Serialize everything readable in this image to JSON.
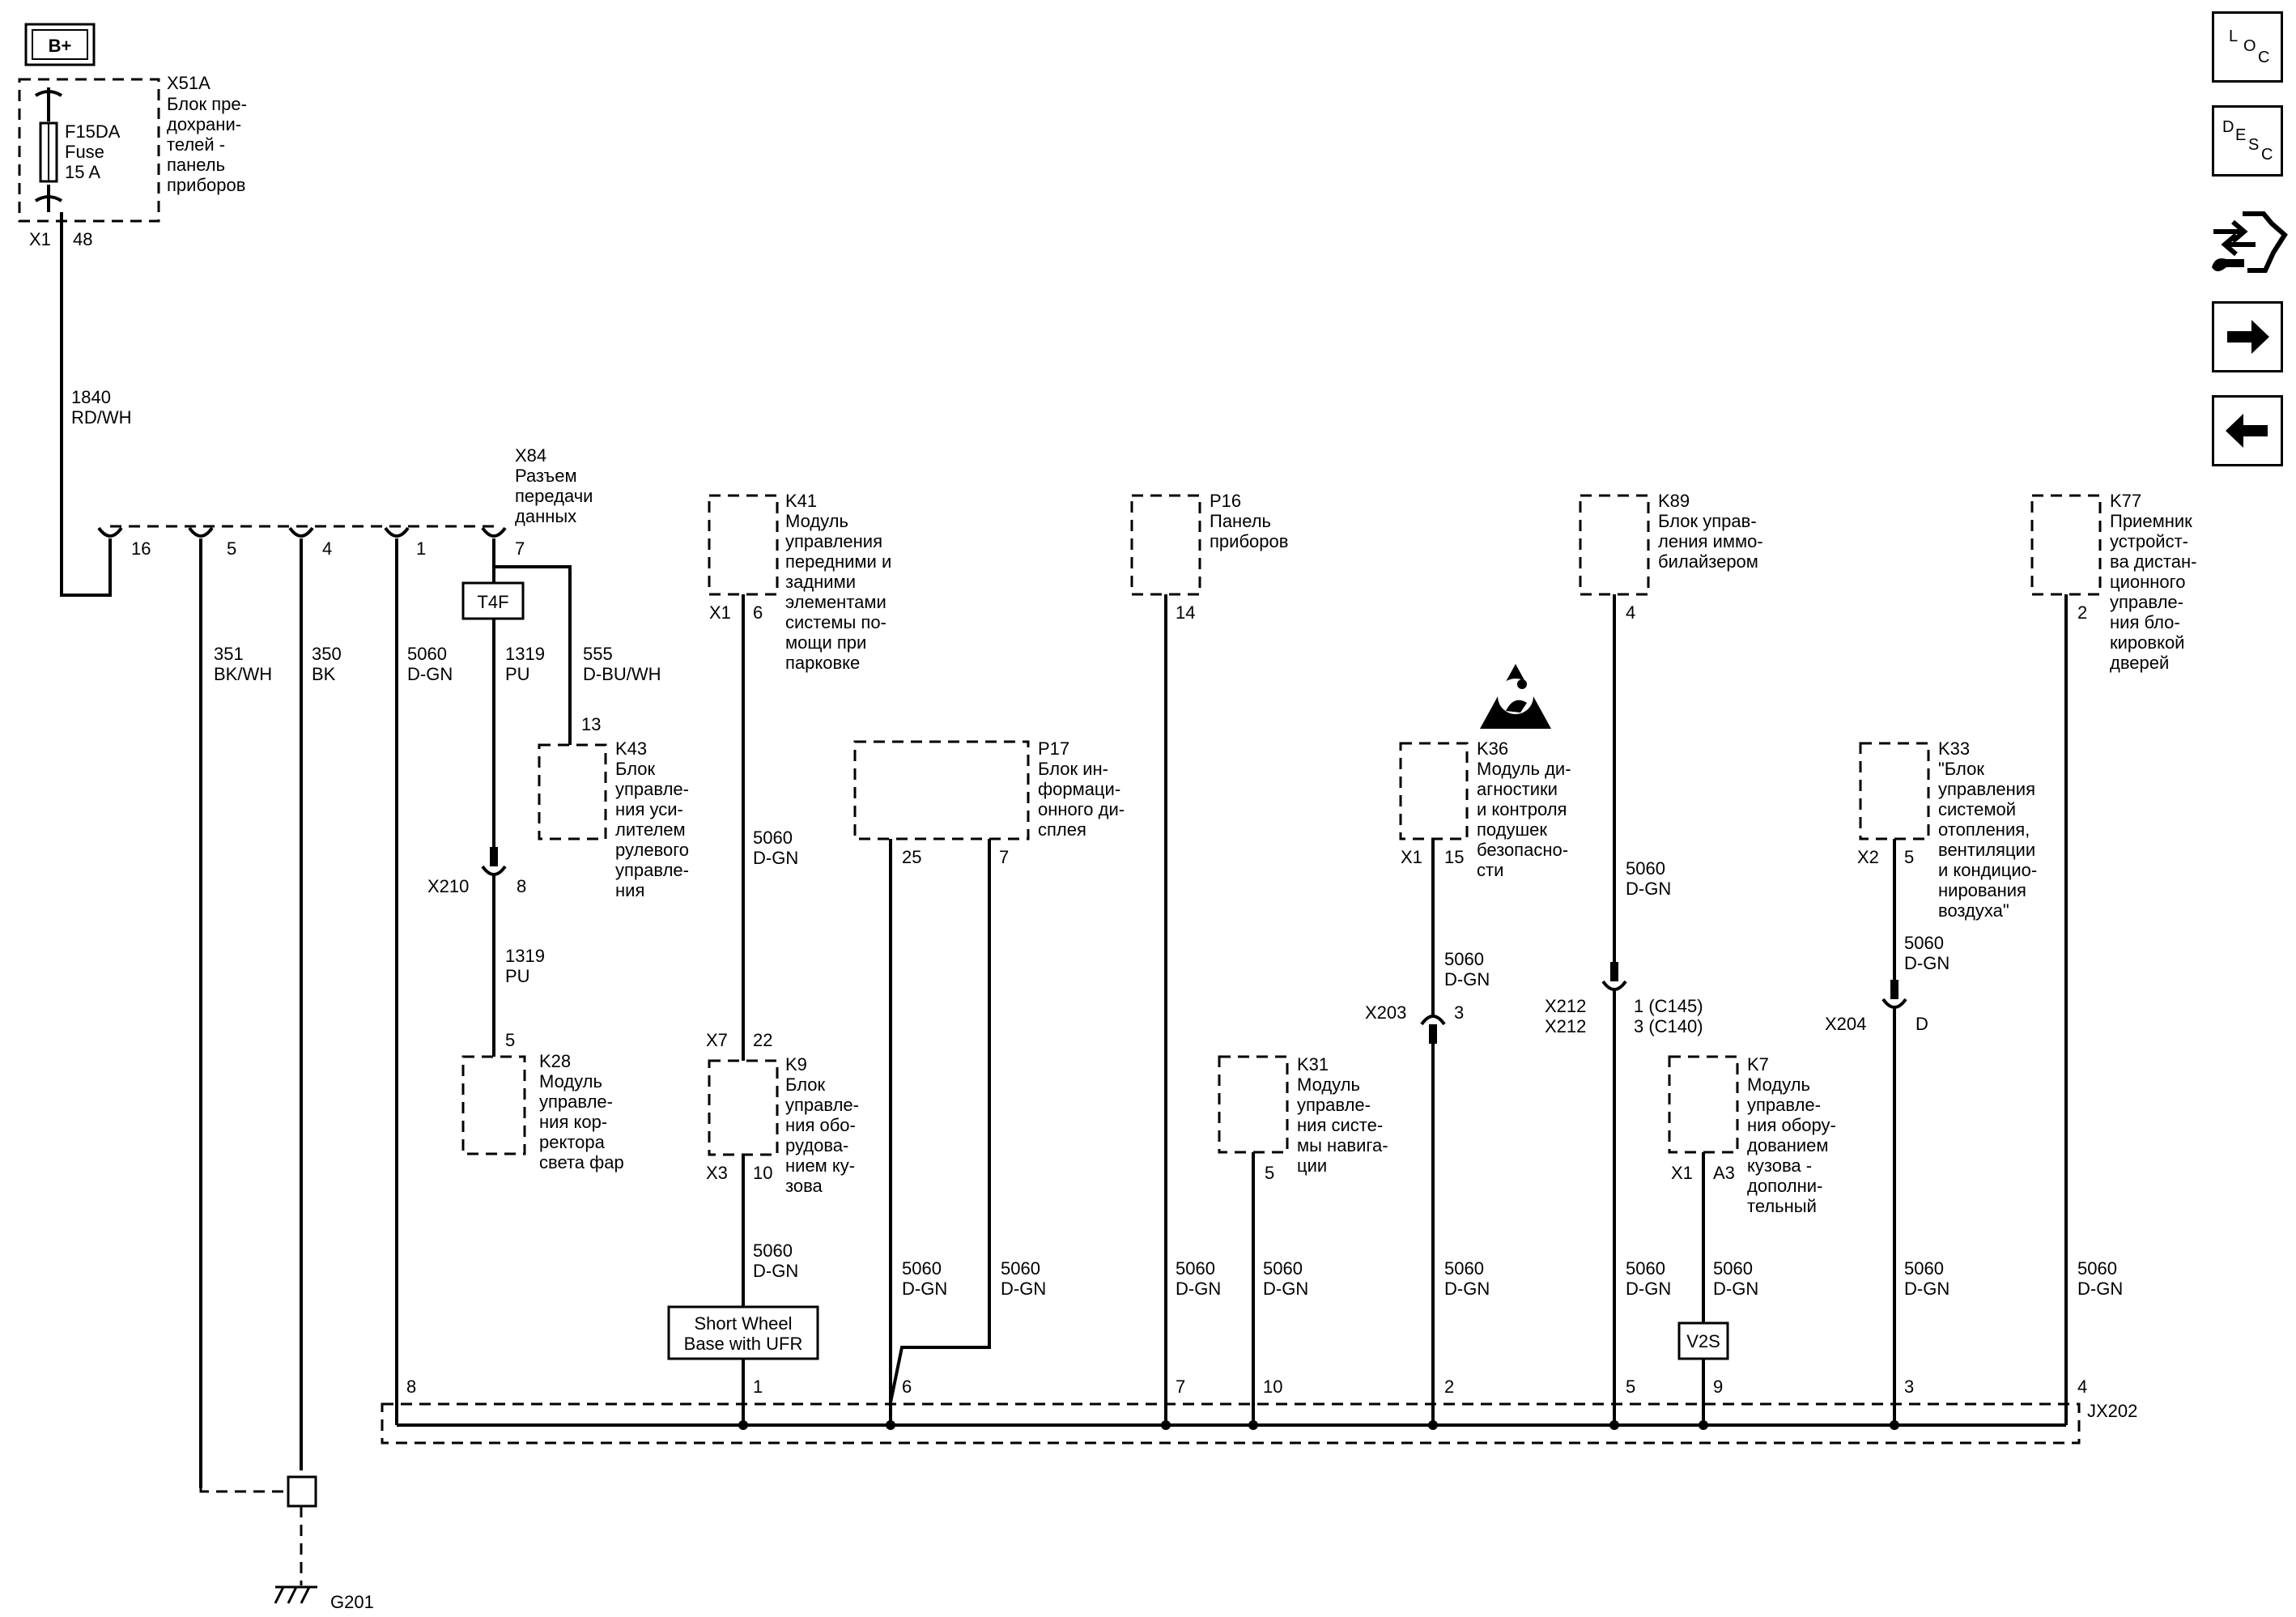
{
  "power": {
    "label": "B+",
    "fuse_block_id": "X51A",
    "fuse_block_lines": [
      "Блок пре-",
      "дохрани-",
      "телей -",
      "панель",
      "приборов"
    ],
    "fuse_lines": [
      "F15DA",
      "Fuse",
      "15 A"
    ],
    "conn_id": "X1",
    "conn_pin": "48",
    "wire_lines": [
      "1840",
      "RD/WH"
    ]
  },
  "dlc": {
    "id": "X84",
    "lines": [
      "Разъем",
      "передачи",
      "данных"
    ],
    "pins": [
      "16",
      "5",
      "4",
      "1",
      "7"
    ]
  },
  "wires": {
    "w351": [
      "351",
      "BK/WH"
    ],
    "w350": [
      "350",
      "BK"
    ],
    "w5060": [
      "5060",
      "D-GN"
    ],
    "w1319": [
      "1319",
      "PU"
    ],
    "w555": [
      "555",
      "D-BU/WH"
    ]
  },
  "badges": {
    "t4f": "T4F",
    "v2s": "V2S",
    "swb": [
      "Short Wheel",
      "Base with UFR"
    ]
  },
  "modules": {
    "k41": {
      "id": "K41",
      "lines": [
        "Модуль",
        "управления",
        "передними и",
        "задними",
        "элементами",
        "системы по-",
        "мощи при",
        "парковке"
      ],
      "conn": "X1",
      "pin": "6"
    },
    "p16": {
      "id": "P16",
      "lines": [
        "Панель",
        "приборов"
      ],
      "pin": "14"
    },
    "k89": {
      "id": "K89",
      "lines": [
        "Блок управ-",
        "ления иммо-",
        "билайзером"
      ],
      "pin": "4"
    },
    "k77": {
      "id": "K77",
      "lines": [
        "Приемник",
        "устройст-",
        "ва дистан-",
        "ционного",
        "управле-",
        "ния бло-",
        "кировкой",
        "дверей"
      ],
      "pin": "2"
    },
    "k43": {
      "id": "K43",
      "lines": [
        "Блок",
        "управле-",
        "ния уси-",
        "лителем",
        "рулевого",
        "управле-",
        "ния"
      ],
      "pin": "13"
    },
    "p17": {
      "id": "P17",
      "lines": [
        "Блок ин-",
        "формаци-",
        "онного ди-",
        "сплея"
      ],
      "pin_a": "25",
      "pin_b": "7"
    },
    "k36": {
      "id": "K36",
      "lines": [
        "Модуль ди-",
        "агностики",
        "и контроля",
        "подушек",
        "безопасно-",
        "сти"
      ],
      "conn": "X1",
      "pin": "15"
    },
    "k33": {
      "id": "K33",
      "lines": [
        "\"Блок",
        "управления",
        "системой",
        "отопления,",
        "вентиляции",
        "и кондицио-",
        "нирования",
        "воздуха\""
      ],
      "conn": "X2",
      "pin": "5"
    },
    "k28": {
      "id": "K28",
      "lines": [
        "Модуль",
        "управле-",
        "ния кор-",
        "ректора",
        "света фар"
      ],
      "pin": "5"
    },
    "k9": {
      "id": "K9",
      "lines": [
        "Блок",
        "управле-",
        "ния обо-",
        "рудова-",
        "нием ку-",
        "зова"
      ],
      "conn_top": "X7",
      "pin_top": "22",
      "conn_bot": "X3",
      "pin_bot": "10"
    },
    "k31": {
      "id": "K31",
      "lines": [
        "Модуль",
        "управле-",
        "ния систе-",
        "мы навига-",
        "ции"
      ],
      "pin": "5"
    },
    "k7": {
      "id": "K7",
      "lines": [
        "Модуль",
        "управле-",
        "ния обору-",
        "дованием",
        "кузова -",
        "дополни-",
        "тельный"
      ],
      "conn": "X1",
      "pin": "A3"
    }
  },
  "inline": {
    "x210": {
      "id": "X210",
      "pin": "8"
    },
    "x203": {
      "id": "X203",
      "pin": "3"
    },
    "x212": {
      "ids": [
        "X212",
        "X212"
      ],
      "pins": [
        "1 (C145)",
        "3 (C140)"
      ]
    },
    "x204": {
      "id": "X204",
      "pin": "D"
    }
  },
  "splice": {
    "id": "JX202",
    "pins": [
      "8",
      "1",
      "6",
      "7",
      "10",
      "2",
      "5",
      "9",
      "3",
      "4"
    ]
  },
  "ground": {
    "id": "G201"
  },
  "toolbar": {
    "loc": [
      "L",
      "O",
      "C"
    ],
    "desc": [
      "D",
      "E",
      "S",
      "C"
    ],
    "icons": [
      "location-icon",
      "description-icon",
      "connector-tool-icon",
      "forward-arrow-icon",
      "back-arrow-icon"
    ]
  }
}
